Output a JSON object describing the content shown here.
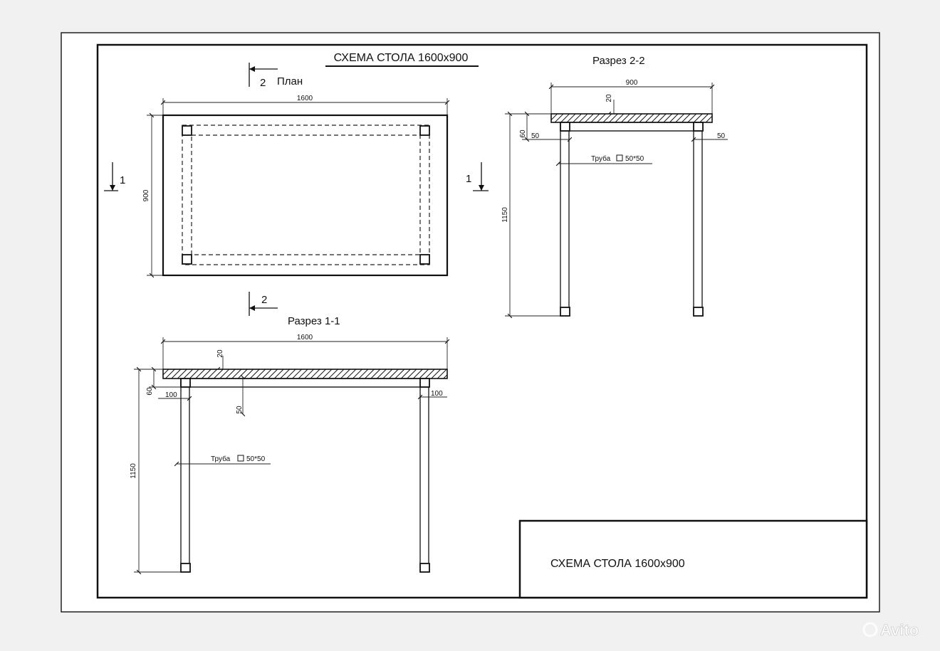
{
  "drawing": {
    "title": "СХЕМА СТОЛА 1600х900",
    "stamp_title": "СХЕМА СТОЛА 1600х900",
    "plan": {
      "label": "План",
      "marker_2": "2",
      "width_dim": "1600",
      "depth_dim": "900",
      "section_mark_left": "1",
      "section_mark_right": "1",
      "section_mark_bottom": "2"
    },
    "section_1_1": {
      "label": "Разрез 1-1",
      "width_dim": "1600",
      "top_thickness": "20",
      "frame_height": "60",
      "offset_left": "100",
      "offset_right": "100",
      "tube_dim": "50",
      "height_dim": "1150",
      "tube_label": "Труба",
      "tube_size": "50*50"
    },
    "section_2_2": {
      "label": "Разрез 2-2",
      "width_dim": "900",
      "top_thickness": "20",
      "frame_height": "60",
      "offset_left": "50",
      "offset_right": "50",
      "height_dim": "1150",
      "tube_label": "Труба",
      "tube_size": "50*50"
    }
  },
  "watermark": "Avito"
}
